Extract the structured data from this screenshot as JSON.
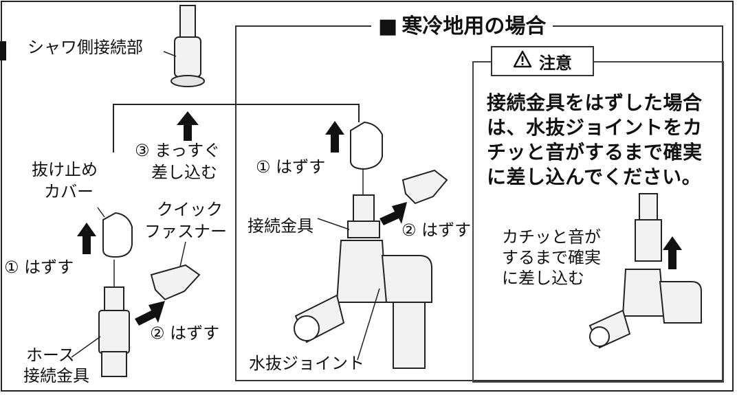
{
  "section_title": "寒冷地用の場合",
  "section_title_marker": "■",
  "caution": {
    "tag": "注意",
    "icon": "warning-triangle-icon",
    "lines": [
      "接続金具をはずした場合",
      "は、水抜ジョイントをカ",
      "チッと音がするまで確実",
      "に差し込んでください。"
    ],
    "sub_lines": [
      "カチッと音が",
      "するまで確実",
      "に差し込む"
    ]
  },
  "labels": {
    "shower_connection": "シャワ側接続部",
    "straight_insert_1": "③ まっすぐ",
    "straight_insert_2": "差し込む",
    "cover_1": "抜け止め",
    "cover_2": "カバー",
    "quick_fastener_1": "クイック",
    "quick_fastener_2": "ファスナー",
    "remove_1_left": "① はずす",
    "remove_2_left": "② はずす",
    "hose_fitting_1": "ホース",
    "hose_fitting_2": "接続金具",
    "remove_1_mid": "① はずす",
    "fitting_mid": "接続金具",
    "remove_2_mid": "② はずす",
    "drain_joint": "水抜ジョイント"
  },
  "colors": {
    "line": "#222222",
    "arrow": "#111111",
    "part_fill": "#f2f2f2"
  }
}
